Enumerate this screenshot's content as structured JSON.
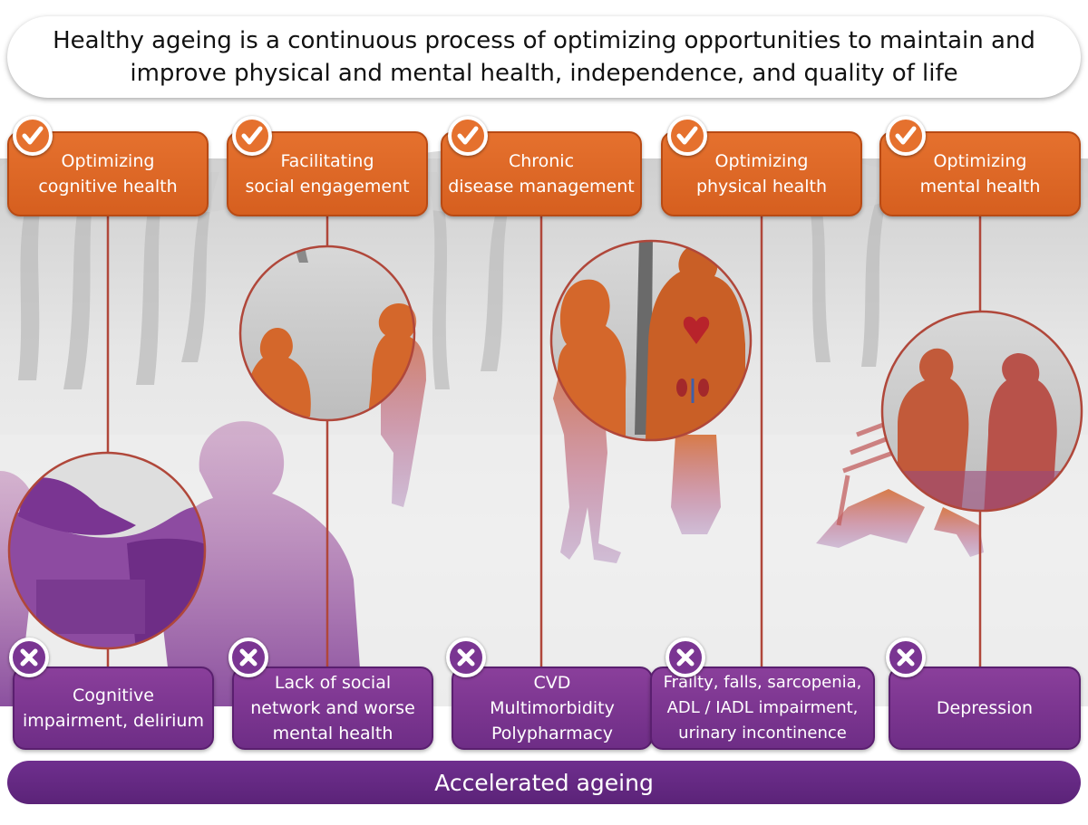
{
  "banner": {
    "text": "Healthy ageing is a continuous process of optimizing opportunities to maintain and improve physical and mental health, independence, and quality of life"
  },
  "top_boxes": [
    {
      "label": "Optimizing\ncognitive health",
      "icon": "check-icon"
    },
    {
      "label": "Facilitating\nsocial engagement",
      "icon": "check-icon"
    },
    {
      "label": "Chronic\ndisease management",
      "icon": "check-icon"
    },
    {
      "label": "Optimizing\nphysical health",
      "icon": "check-icon"
    },
    {
      "label": "Optimizing\nmental health",
      "icon": "check-icon"
    }
  ],
  "bottom_boxes": [
    {
      "label": "Cognitive\nimpairment, delirium",
      "icon": "cross-icon"
    },
    {
      "label": "Lack of social\nnetwork and worse\nmental health",
      "icon": "cross-icon"
    },
    {
      "label": "CVD\nMultimorbidity\nPolypharmacy",
      "icon": "cross-icon"
    },
    {
      "label": "Frailty, falls, sarcopenia,\nADL / IADL impairment,\nurinary incontinence",
      "icon": "cross-icon"
    },
    {
      "label": "Depression",
      "icon": "cross-icon"
    }
  ],
  "footer": {
    "text": "Accelerated ageing"
  },
  "colors": {
    "orange": "#e5712e",
    "purple": "#7a3592",
    "footer_purple": "#5b2378",
    "connector": "#b0473a"
  },
  "illustrations": [
    "chess-players-circle",
    "walking-people-circle",
    "heart-kidney-figures-circle",
    "bench-couple-circle"
  ]
}
